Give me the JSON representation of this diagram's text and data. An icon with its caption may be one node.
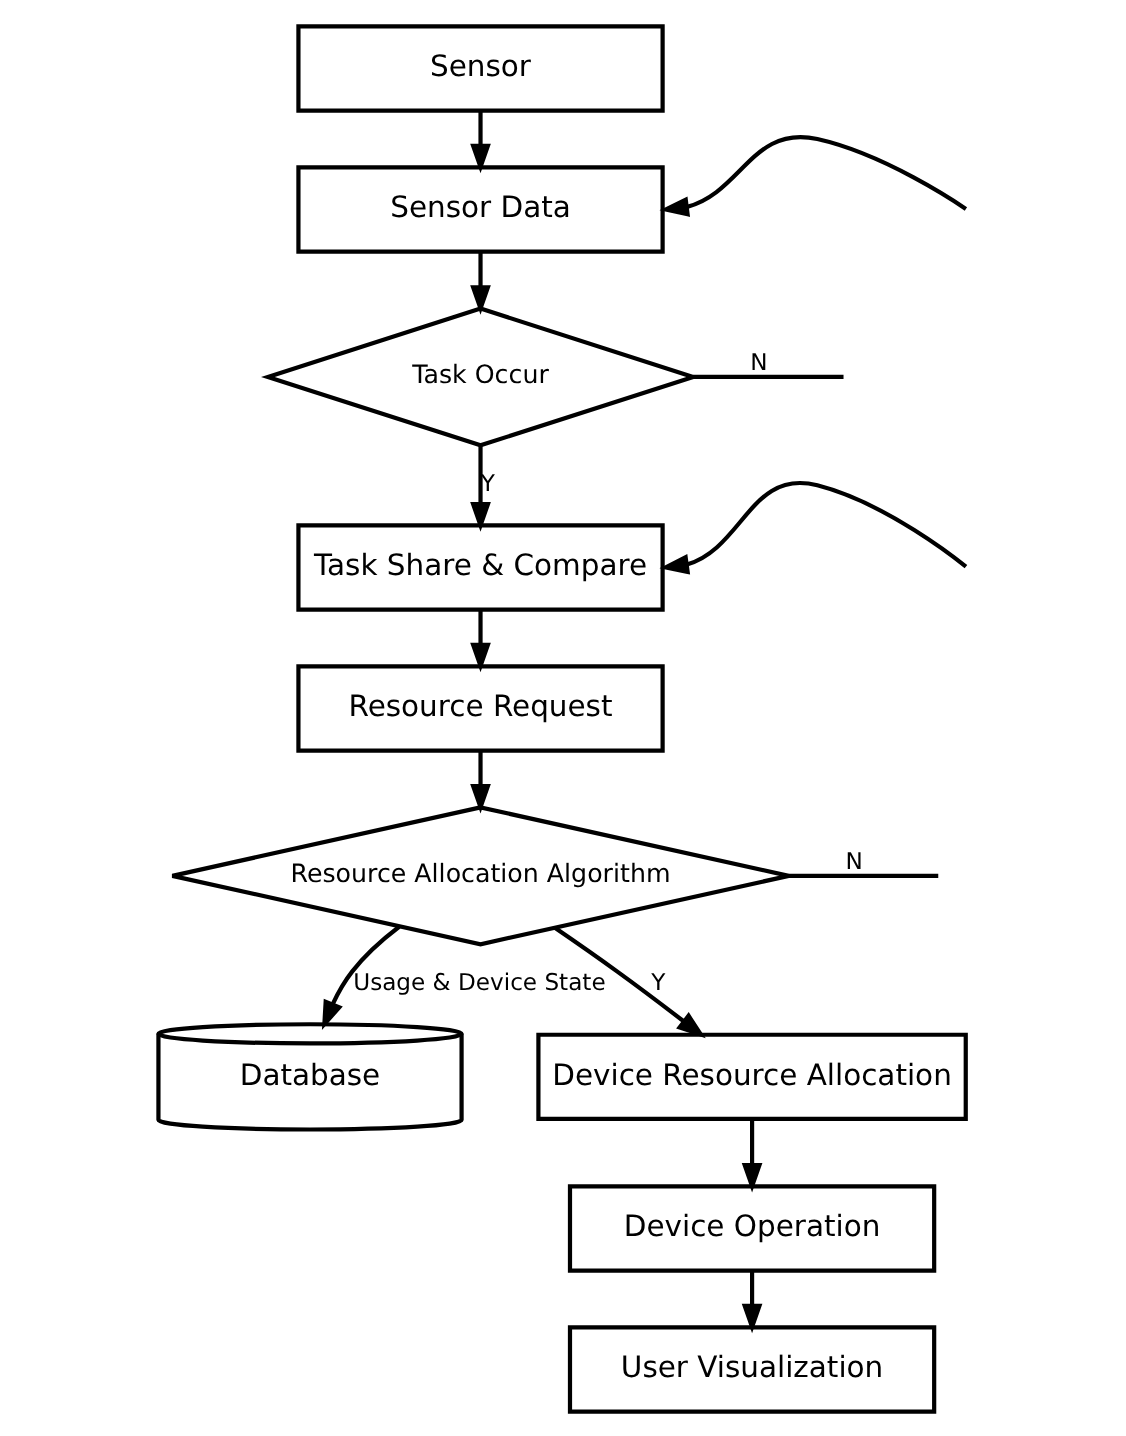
{
  "diagram": {
    "nodes": [
      {
        "text": [
          "Sensor"
        ]
      },
      {
        "text": [
          "Sensor Data"
        ]
      },
      {
        "text": [
          "Task Occur"
        ]
      },
      {
        "text": [
          "Task Share & Compare"
        ]
      },
      {
        "text": [
          "Resource Request"
        ]
      },
      {
        "text": [
          "Resource Allocation Algorithm"
        ]
      },
      {
        "text": [
          "Database"
        ]
      },
      {
        "text": [
          "Device Resource Allocation"
        ]
      },
      {
        "text": [
          "Device Operation"
        ]
      },
      {
        "text": [
          "User Visualization"
        ]
      }
    ],
    "edges": [
      {
        "from": 0,
        "to": 1,
        "arrow": "to"
      },
      {
        "from": 1,
        "to": 2,
        "arrow": "to"
      },
      {
        "from": 2,
        "to": 3,
        "arrow": "to",
        "label": "Y"
      },
      {
        "from": 3,
        "to": 4,
        "arrow": "to"
      },
      {
        "from": 4,
        "to": 5,
        "arrow": "to"
      },
      {
        "from": 5,
        "to": 6,
        "arrow": "to",
        "label": "Usage & Device State"
      },
      {
        "from": 5,
        "to": 7,
        "arrow": "to",
        "label": "Y"
      },
      {
        "from": 7,
        "to": 8,
        "arrow": "to"
      },
      {
        "from": 8,
        "to": 9,
        "arrow": "to"
      },
      {
        "from": null,
        "to": 1,
        "arrow": "to"
      },
      {
        "from": 2,
        "to": null,
        "arrow": "none",
        "label": "N"
      },
      {
        "from": null,
        "to": 3,
        "arrow": "to"
      },
      {
        "from": 5,
        "to": null,
        "arrow": "none",
        "label": "N"
      }
    ]
  }
}
